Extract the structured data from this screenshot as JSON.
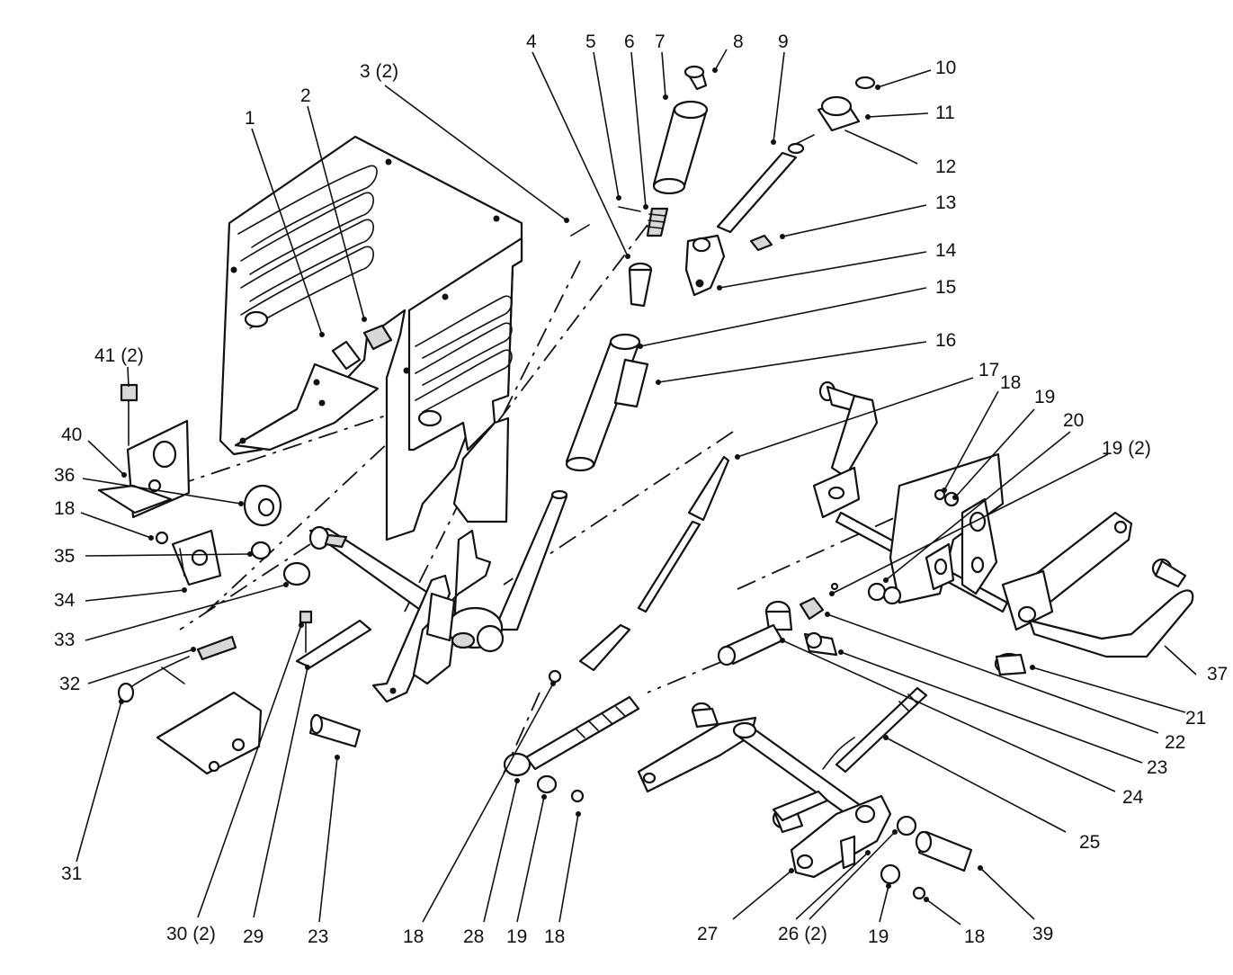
{
  "labels": {
    "c1": "1",
    "c2": "2",
    "c3": "3 (2)",
    "c4": "4",
    "c5": "5",
    "c6": "6",
    "c7": "7",
    "c8": "8",
    "c9": "9",
    "c10": "10",
    "c11": "11",
    "c12": "12",
    "c13": "13",
    "c14": "14",
    "c15": "15",
    "c16": "16",
    "c17": "17",
    "c18a": "18",
    "c19a": "19",
    "c20": "20",
    "c19b": "19 (2)",
    "c41": "41 (2)",
    "c40": "40",
    "c36": "36",
    "c18b": "18",
    "c35": "35",
    "c34": "34",
    "c33": "33",
    "c32": "32",
    "c31": "31",
    "c30": "30 (2)",
    "c29": "29",
    "c23a": "23",
    "c18c": "18",
    "c28": "28",
    "c19c": "19",
    "c18d": "18",
    "c37": "37",
    "c21": "21",
    "c22": "22",
    "c23b": "23",
    "c24": "24",
    "c25": "25",
    "c39": "39",
    "c27": "27",
    "c26": "26 (2)",
    "c19d": "19",
    "c18e": "18"
  }
}
